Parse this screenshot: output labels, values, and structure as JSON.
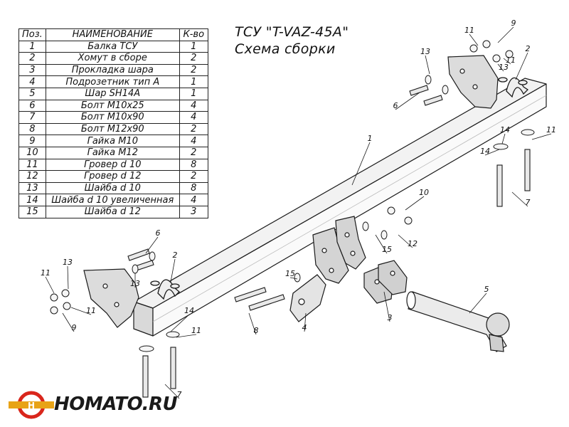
{
  "title": "ТСУ \"T-VAZ-45A\"",
  "subtitle": "Схема сборки",
  "table": {
    "headers": [
      "Поз.",
      "НАИМЕНОВАНИЕ",
      "К-во"
    ],
    "rows": [
      [
        "1",
        "Балка ТСУ",
        "1"
      ],
      [
        "2",
        "Хомут в сборе",
        "2"
      ],
      [
        "3",
        "Прокладка шара",
        "2"
      ],
      [
        "4",
        "Подрозетник тип А",
        "1"
      ],
      [
        "5",
        "Шар SH14A",
        "1"
      ],
      [
        "6",
        "Болт М10х25",
        "4"
      ],
      [
        "7",
        "Болт М10х90",
        "4"
      ],
      [
        "8",
        "Болт М12х90",
        "2"
      ],
      [
        "9",
        "Гайка М10",
        "4"
      ],
      [
        "10",
        "Гайка М12",
        "2"
      ],
      [
        "11",
        "Гровер d 10",
        "8"
      ],
      [
        "12",
        "Гровер d 12",
        "2"
      ],
      [
        "13",
        "Шайба d 10",
        "8"
      ],
      [
        "14",
        "Шайба d 10 увеличенная",
        "4"
      ],
      [
        "15",
        "Шайба d 12",
        "3"
      ]
    ]
  },
  "callouts": [
    "1",
    "2",
    "2",
    "3",
    "4",
    "5",
    "6",
    "6",
    "7",
    "7",
    "8",
    "9",
    "9",
    "10",
    "11",
    "11",
    "11",
    "11",
    "11",
    "11",
    "12",
    "13",
    "13",
    "13",
    "13",
    "14",
    "14",
    "14",
    "15",
    "15"
  ],
  "logo": {
    "text": "HOMATO.RU",
    "accent_color": "#e8a316",
    "ring_color": "#d9261c"
  }
}
